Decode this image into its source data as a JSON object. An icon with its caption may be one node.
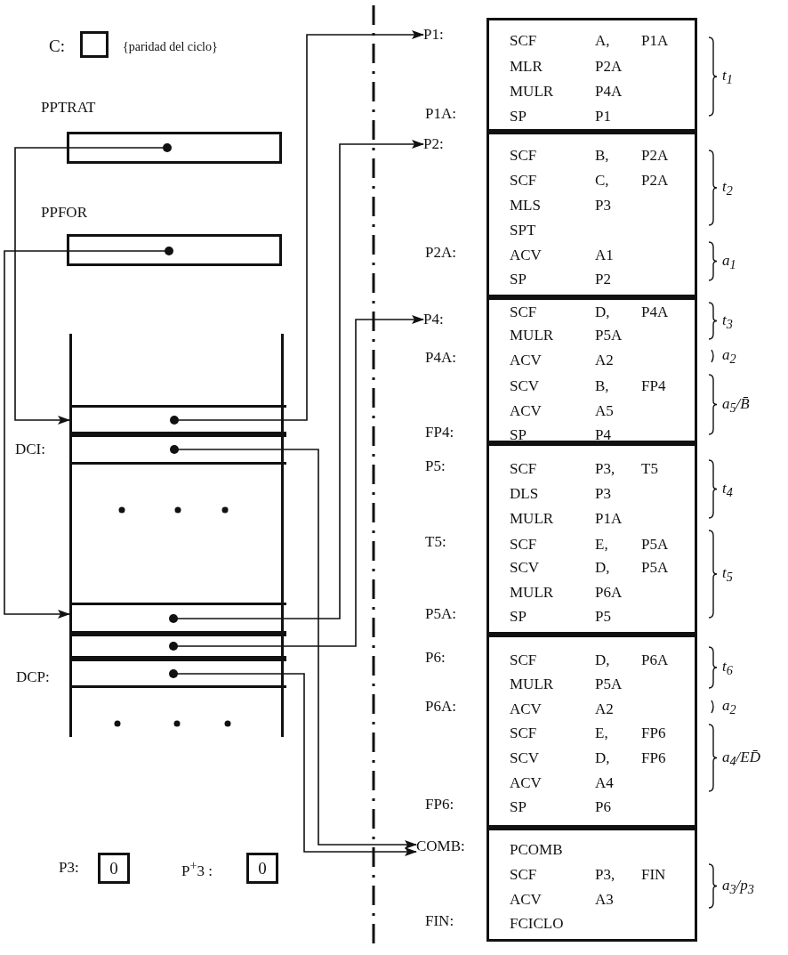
{
  "diagram": {
    "nodes": [
      {
        "text": [],
        "shape": "box",
        "beside": [
          "C:",
          "{paridad del ciclo}"
        ]
      },
      {
        "text": [
          "PPTRAT"
        ]
      },
      {
        "text": [
          "PPFOR"
        ]
      },
      {
        "text": [],
        "shape": "box"
      },
      {
        "text": [],
        "shape": "box",
        "in": 3
      },
      {
        "text": [],
        "shape": "box",
        "in": 3,
        "beside": [
          "DCI:"
        ]
      },
      {
        "text": [],
        "shape": "box",
        "in": 3
      },
      {
        "text": [],
        "shape": "box",
        "in": 3
      },
      {
        "text": [],
        "shape": "box",
        "in": 3,
        "beside": [
          "DCP:"
        ]
      },
      {
        "text": [
          "0"
        ],
        "beside": [
          "P3:"
        ]
      },
      {
        "text": [
          "0"
        ],
        "beside": [
          "P$^{+}$3 :"
        ]
      },
      {
        "text": [
          "P1:"
        ]
      },
      {
        "text": [],
        "shape": "box",
        "beside": [
          "t$_{1}$"
        ]
      },
      {
        "text": [
          "SCF",
          "A,",
          "P1A"
        ],
        "in": 12
      },
      {
        "text": [
          "MLR",
          "P2A"
        ],
        "in": 12
      },
      {
        "text": [
          "MULR",
          "P4A"
        ],
        "in": 12
      },
      {
        "text": [
          "SP",
          "P1"
        ],
        "in": 12
      },
      {
        "text": [
          "P2:"
        ]
      },
      {
        "text": [],
        "shape": "box",
        "beside": [
          "t$_{2}$",
          "a$_{1}$"
        ]
      },
      {
        "text": [
          "SCF",
          "B,",
          "P2A"
        ],
        "in": 18
      },
      {
        "text": [
          "SCF",
          "C,",
          "P2A"
        ],
        "in": 18
      },
      {
        "text": [
          "MLS",
          "P3"
        ],
        "in": 18
      },
      {
        "text": [
          "SPT"
        ],
        "in": 18
      },
      {
        "text": [
          "ACV",
          "A1"
        ],
        "in": 18
      },
      {
        "text": [
          "SP",
          "P2"
        ],
        "in": 18
      },
      {
        "text": [
          "P4:"
        ]
      },
      {
        "text": [],
        "shape": "box",
        "beside": [
          "t$_{3}$",
          "a$_{2}$",
          "a$_{5}$/B̄"
        ]
      },
      {
        "text": [
          "SCF",
          "D,",
          "P4A"
        ],
        "in": 26
      },
      {
        "text": [
          "MULR",
          "P5A"
        ],
        "in": 26
      },
      {
        "text": [
          "ACV",
          "A2"
        ],
        "in": 26
      },
      {
        "text": [
          "SCV",
          "B,",
          "FP4"
        ],
        "in": 26
      },
      {
        "text": [
          "ACV",
          "A5"
        ],
        "in": 26
      },
      {
        "text": [
          "SP",
          "P4"
        ],
        "in": 26
      },
      {
        "text": [],
        "shape": "box",
        "beside": [
          "t$_{4}$",
          "t$_{5}$"
        ]
      },
      {
        "text": [
          "SCF",
          "P3,",
          "T5"
        ],
        "in": 33
      },
      {
        "text": [
          "DLS",
          "P3"
        ],
        "in": 33
      },
      {
        "text": [
          "MULR",
          "P1A"
        ],
        "in": 33
      },
      {
        "text": [
          "SCF",
          "E,",
          "P5A"
        ],
        "in": 33
      },
      {
        "text": [
          "SCV",
          "D,",
          "P5A"
        ],
        "in": 33
      },
      {
        "text": [
          "MULR",
          "P6A"
        ],
        "in": 33
      },
      {
        "text": [
          "SP",
          "P5"
        ],
        "in": 33
      },
      {
        "text": [],
        "shape": "box",
        "beside": [
          "t$_{6}$",
          "a$_{2}$",
          "a$_{4}$/ED̄"
        ]
      },
      {
        "text": [
          "SCF",
          "D,",
          "P6A"
        ],
        "in": 41
      },
      {
        "text": [
          "MULR",
          "P5A"
        ],
        "in": 41
      },
      {
        "text": [
          "ACV",
          "A2"
        ],
        "in": 41
      },
      {
        "text": [
          "SCF",
          "E,",
          "FP6"
        ],
        "in": 41
      },
      {
        "text": [
          "SCV",
          "D,",
          "FP6"
        ],
        "in": 41
      },
      {
        "text": [
          "ACV",
          "A4"
        ],
        "in": 41
      },
      {
        "text": [
          "SP",
          "P6"
        ],
        "in": 41
      },
      {
        "text": [
          "COMB:"
        ]
      },
      {
        "text": [],
        "shape": "box",
        "beside": [
          "a$_{3}$/p$_{3}$"
        ]
      },
      {
        "text": [
          "PCOMB"
        ],
        "in": 50
      },
      {
        "text": [
          "SCF",
          "P3,",
          "FIN"
        ],
        "in": 50
      },
      {
        "text": [
          "ACV",
          "A3"
        ],
        "in": 50
      },
      {
        "text": [
          "FCICLO"
        ],
        "in": 50
      }
    ],
    "edges": [
      {
        "from": 1,
        "to": 4,
        "arrow": "to"
      },
      {
        "from": 2,
        "to": 6,
        "arrow": "to"
      },
      {
        "from": 4,
        "to": 11,
        "arrow": "to"
      },
      {
        "from": 5,
        "to": 49,
        "arrow": "to"
      },
      {
        "from": 6,
        "to": 17,
        "arrow": "to"
      },
      {
        "from": 7,
        "to": 25,
        "arrow": "to"
      },
      {
        "from": 8,
        "to": 49,
        "arrow": "to"
      }
    ],
    "labels": [
      "P1A:",
      "P2A:",
      "P4A:",
      "FP4:",
      "P5:",
      "T5:",
      "P5A:",
      "P6:",
      "P6A:",
      "FP6:",
      "FIN:"
    ]
  }
}
